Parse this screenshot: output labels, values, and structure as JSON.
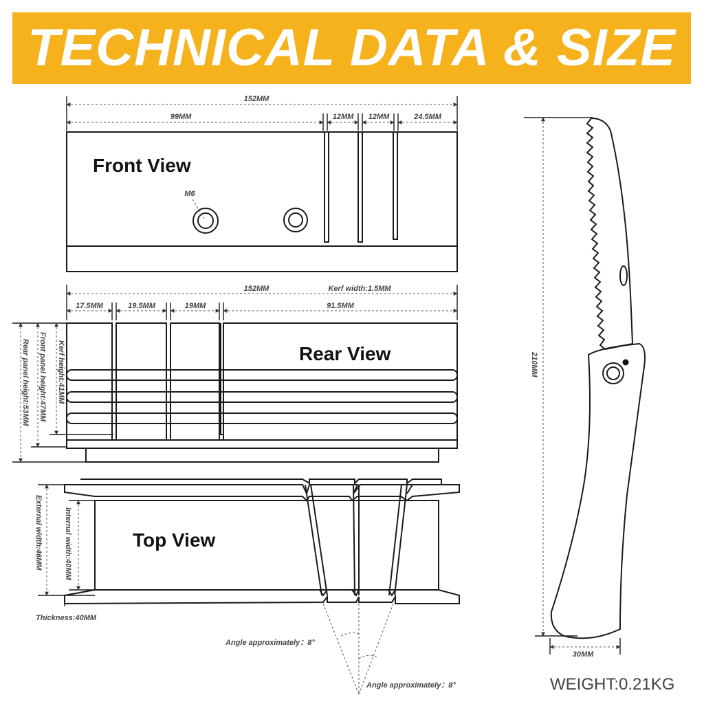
{
  "title": "TECHNICAL DATA & SIZE",
  "front_view": {
    "label": "Front View",
    "hole_label": "M6",
    "dim_total": "152MM",
    "dim_a": "99MM",
    "dim_b": "12MM",
    "dim_c": "12MM",
    "dim_d": "24.5MM"
  },
  "rear_view": {
    "label": "Rear View",
    "dim_total": "152MM",
    "kerf_width": "Kerf width:1.5MM",
    "dim_a": "17.5MM",
    "dim_b": "19.5MM",
    "dim_c": "19MM",
    "dim_d": "91.5MM",
    "kerf_height": "Kerf height:41MM",
    "front_panel_height": "Front panel height:47MM",
    "rear_panel_height": "Rear panel height:53MM"
  },
  "top_view": {
    "label": "Top View",
    "external_width": "External width:46MM",
    "internal_width": "Internal width:40MM",
    "thickness": "Thickness:40MM",
    "angle_1": "Angle approximately：8°",
    "angle_2": "Angle approximately：8°"
  },
  "saw": {
    "length": "210MM",
    "width": "30MM"
  },
  "weight": "WEIGHT:0.21KG",
  "colors": {
    "banner": "#f5b21c",
    "banner_text": "#ffffff",
    "line": "#1a1a1a"
  }
}
